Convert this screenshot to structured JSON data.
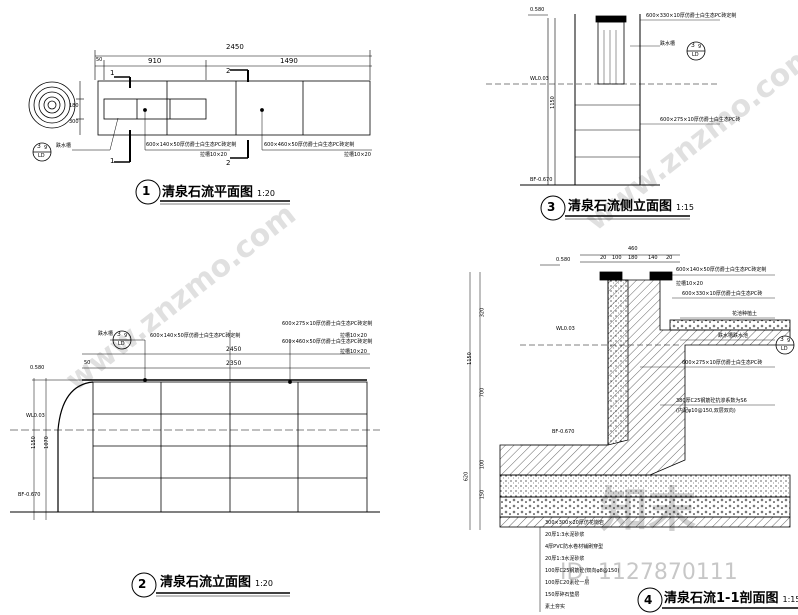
{
  "plan": {
    "title": "清泉石流平面图",
    "scale": "1:20",
    "badge": "1",
    "dims": {
      "total": "2450",
      "left": "910",
      "right": "1490",
      "top_small": "50",
      "side_a": "180",
      "side_b": "300"
    },
    "section_marks": [
      "1",
      "1",
      "2",
      "2"
    ],
    "drip_label": "跌水槽",
    "ref_top": "3",
    "ref_sub": "9",
    "ref_bottom": "LD",
    "notes": [
      "600×140×50厚仿爵士白生态PC砖定制",
      "拉槽10×20",
      "600×460×50厚仿爵士白生态PC砖定制",
      "拉槽10×20"
    ]
  },
  "side": {
    "title": "清泉石流侧立面图",
    "scale": "1:15",
    "badge": "3",
    "levels": [
      "0.580",
      "WL0.03",
      "BF-0.670"
    ],
    "notes": [
      "600×330×10厚仿爵士白生态PC砖定制",
      "跌水槽",
      "600×275×10厚仿爵士白生态PC砖"
    ],
    "ref_top": "3",
    "ref_sub": "9",
    "ref_bottom": "LD",
    "dim_label": "1150"
  },
  "elev": {
    "title": "清泉石流立面图",
    "scale": "1:20",
    "badge": "2",
    "levels": [
      "0.580",
      "WL0.03",
      "BF-0.670"
    ],
    "drip_label": "跌水槽",
    "ref_top": "3",
    "ref_sub": "9",
    "ref_bottom": "LD",
    "dims": {
      "top": "2450",
      "inner": "2350",
      "left_a": "50",
      "vert_total": "1150",
      "vert_inner": "1070"
    },
    "notes": [
      "600×140×50厚仿爵士白生态PC砖定制",
      "600×275×10厚仿爵士白生态PC砖定制",
      "拉槽10×20",
      "600×460×50厚仿爵士白生态PC砖定制",
      "拉槽10×20"
    ]
  },
  "section": {
    "title": "清泉石流1-1剖面图",
    "scale": "1:15",
    "badge": "4",
    "levels": [
      "0.580",
      "WL0.03",
      "BF-0.670"
    ],
    "dims": {
      "top": "460",
      "d1": "20",
      "d2": "100",
      "d3": "180",
      "d4": "140",
      "d5": "20",
      "v1": "320",
      "v2": "1150",
      "v3": "700",
      "v4": "620",
      "v5": "100",
      "v6": "150"
    },
    "notes_right": [
      "600×140×50厚仿爵士白生态PC砖定制",
      "拉槽10×20",
      "600×330×10厚仿爵士白生态PC砖",
      "花池种植土",
      "跌水槽跌水池",
      "600×275×10厚仿爵士白生态PC砖",
      "380厚C25钢筋砼抗渗系数为S6",
      "(内配φ10@150,双层双向)"
    ],
    "ref_top": "3",
    "ref_sub": "9",
    "ref_bottom": "LD",
    "layers": [
      "300×300×20厚仿花岗岩",
      "20厚1:3水泥砂浆",
      "4厚PVC防水卷材铺刷穿型",
      "20厚1:3水泥砂浆",
      "100厚C25钢筋砼(双向φ8@150)",
      "100厚C20素砼一层",
      "150厚碎石垫层",
      "素土夯实"
    ]
  },
  "watermark": {
    "id_text": "ID: 1127870111",
    "logo": "知末",
    "site": "www.znzmo.com"
  }
}
